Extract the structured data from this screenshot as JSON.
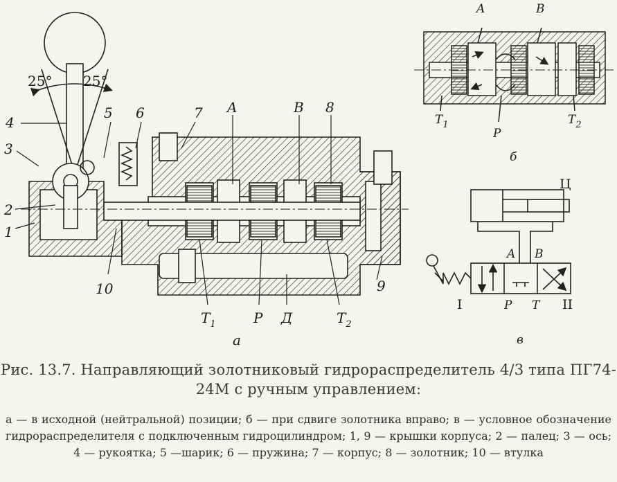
{
  "labels_a": {
    "n1": "1",
    "n2": "2",
    "n3": "3",
    "n4": "4",
    "n5": "5",
    "n6": "6",
    "n7": "7",
    "n8": "8",
    "n9": "9",
    "n10": "10",
    "angle_left": "25°",
    "angle_right": "25°",
    "A": "A",
    "B": "B",
    "T1": "T",
    "T1_sub": "1",
    "P": "P",
    "D": "Д",
    "T2": "T",
    "T2_sub": "2",
    "view": "а"
  },
  "labels_b": {
    "A": "A",
    "B": "B",
    "T1": "T",
    "T1_sub": "1",
    "P": "P",
    "T2": "T",
    "T2_sub": "2",
    "view": "б"
  },
  "labels_c": {
    "cyl": "Ц",
    "A": "A",
    "B": "B",
    "pos1": "I",
    "P": "P",
    "T": "T",
    "pos2": "II",
    "view": "в"
  },
  "caption": {
    "title": "Рис. 13.7. Направляющий золотниковый гидрораспределитель 4/3 типа ПГ74-24М с ручным управлением:",
    "body": "а — в исходной (нейтральной) позиции; б — при сдвиге золотника вправо; в — условное обозначение гидрораспределителя с подключенным гидроцилиндром; 1, 9 — крышки корпуса; 2 — палец; 3 — ось; 4 — рукоятка; 5 —шарик; 6 — пружина; 7 — корпус; 8 — золотник; 10 — втулка"
  }
}
